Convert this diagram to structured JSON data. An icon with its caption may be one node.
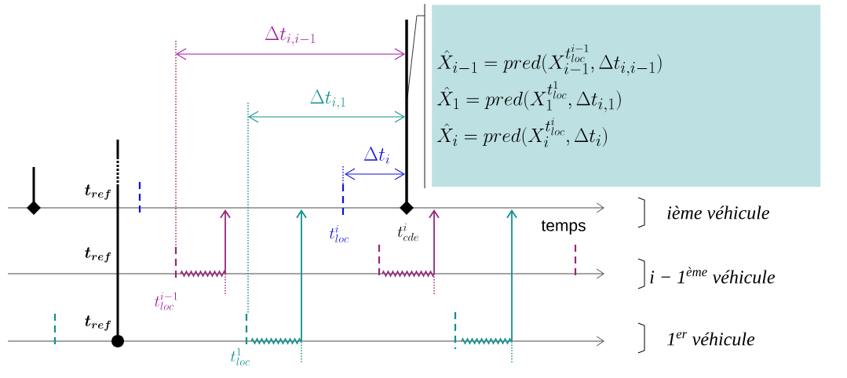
{
  "diagram": {
    "nodes": [
      {
        "text": [
          "\\hat{X}_{i-1} = pred(X_{i-1}^{t_{loc}^{i-1}}, \\Delta t_{i,i-1})",
          "\\hat{X}_{1} = pred(X_{1}^{t_{loc}^{1}}, \\Delta t_{i,1})",
          "\\hat{X}_{i} = pred(X_{i}^{t_{loc}^{i}}, \\Delta t_{i})"
        ]
      }
    ],
    "labels": [
      "\\Delta t_{i,i-1}",
      "\\Delta t_{i,1}",
      "\\Delta t_{i}",
      "t_{ref}",
      "t_{loc}^{i}",
      "t_{cde}^{i}",
      "temps",
      "t_{ref}",
      "t_{loc}^{i-1}",
      "t_{ref}",
      "t_{loc}^{1}",
      "ième véhicule",
      "i − 1$^{ème}$ véhicule",
      "1$^{er}$ véhicule"
    ]
  }
}
